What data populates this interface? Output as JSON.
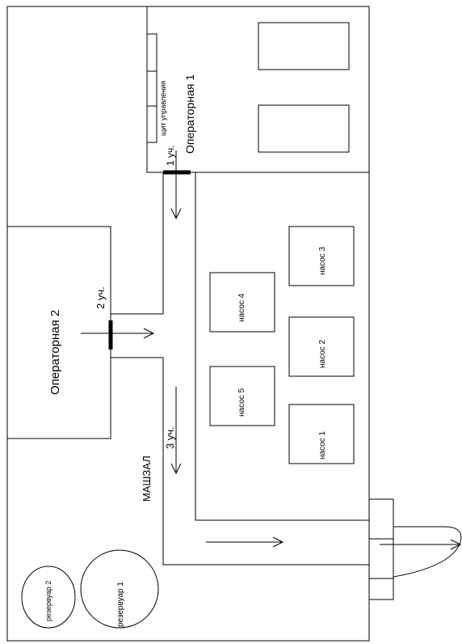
{
  "rooms": {
    "operator1": "Операторная  1",
    "operator2": "Операторная  2",
    "control_panel": "щит управления",
    "machine_hall": "МАШЗАЛ"
  },
  "sections": {
    "s1": "1  уч.",
    "s2": "2  уч.",
    "s3": "3  уч."
  },
  "pumps": {
    "p1": "насос  1",
    "p2": "насос  2",
    "p3": "насос  3",
    "p4": "насос  4",
    "p5": "насос  5"
  },
  "tanks": {
    "t1": "резервуар  1",
    "t2": "резервуар  2"
  }
}
